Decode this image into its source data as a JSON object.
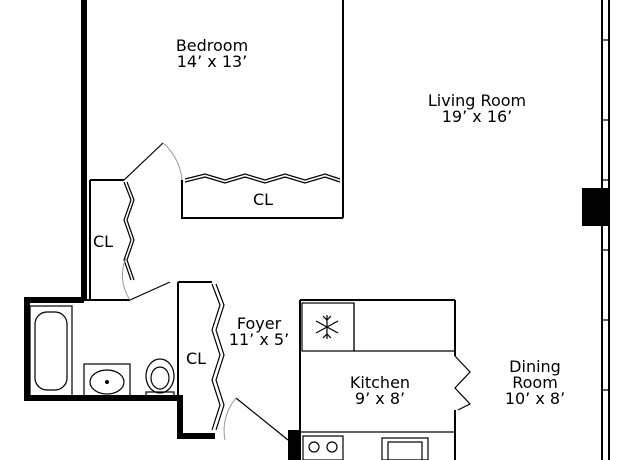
{
  "rooms": {
    "bedroom": {
      "name": "Bedroom",
      "size": "14’ x 13’"
    },
    "living": {
      "name": "Living Room",
      "size": "19’ x 16’"
    },
    "foyer": {
      "name": "Foyer",
      "size": "11’ x 5’"
    },
    "kitchen": {
      "name": "Kitchen",
      "size": "9’ x 8’"
    },
    "dining": {
      "name": "Dining",
      "name2": "Room",
      "size": "10’ x 8’"
    }
  },
  "closets": {
    "bedroom_closet": "CL",
    "hall_closet": "CL",
    "foyer_closet": "CL"
  },
  "icons": {
    "freezer": "snowflake-icon",
    "toilet": "toilet-icon",
    "sink": "sink-icon",
    "tub": "bathtub-icon",
    "stove": "stove-icon"
  },
  "colors": {
    "wall": "#000000",
    "door_swing": "#9a9a9a",
    "background": "#ffffff"
  }
}
